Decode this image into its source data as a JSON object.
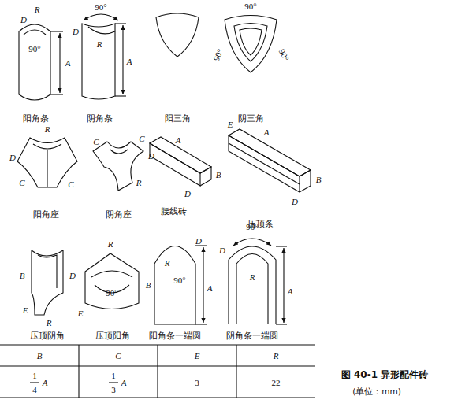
{
  "diagram": {
    "caption": "图 40-1 异形配件砖",
    "labels": [
      "D",
      "R",
      "90°",
      "A",
      "阳角条",
      "90°",
      "D",
      "R",
      "A",
      "阴角条",
      "阳三角",
      "90°",
      "90°",
      "90°",
      "阴三角",
      "R",
      "D",
      "C",
      "C",
      "阳角座",
      "C",
      "C",
      "D",
      "R",
      "阴角座",
      "A",
      "B",
      "D",
      "腰线砖",
      "E",
      "A",
      "B",
      "D",
      "压顶条",
      "B",
      "D",
      "E",
      "R",
      "压顶阴角",
      "R",
      "90°",
      "B",
      "E",
      "压顶阳角",
      "R",
      "D",
      "90°",
      "A",
      "阳角条一端圆",
      "90°",
      "D",
      "R",
      "A",
      "阴角条一端圆",
      "B",
      "C",
      "E",
      "R",
      "1",
      "4",
      "A",
      "1",
      "3",
      "A",
      "3",
      "22",
      "(单位：mm)"
    ]
  }
}
